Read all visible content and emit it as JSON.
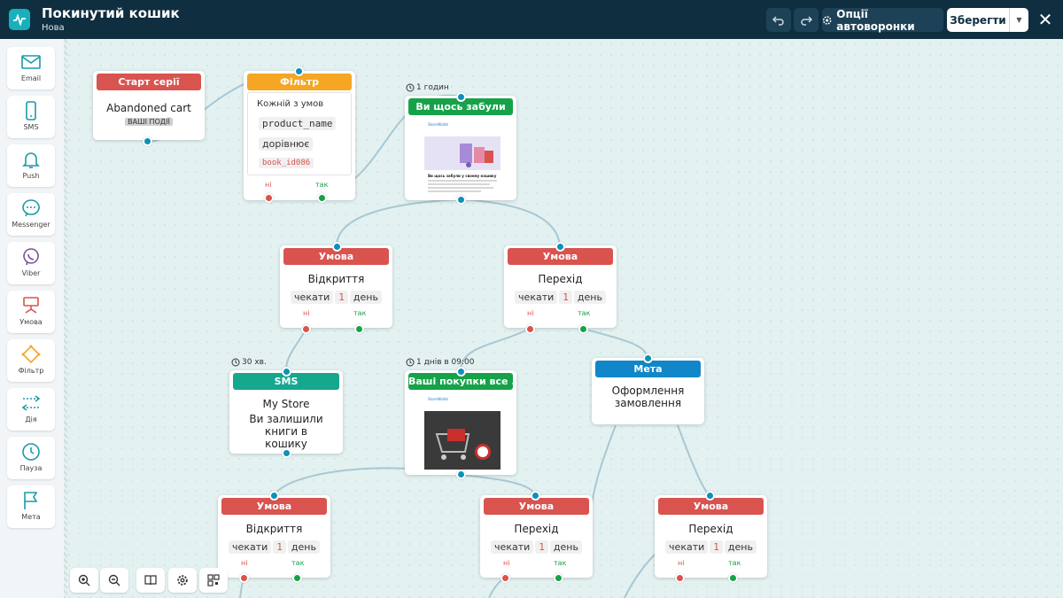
{
  "header": {
    "title": "Покинутий кошик",
    "status": "Нова",
    "options_label": "Опції автоворонки",
    "save_label": "Зберегти"
  },
  "toolbox": [
    {
      "label": "Email",
      "icon": "email-icon"
    },
    {
      "label": "SMS",
      "icon": "sms-icon"
    },
    {
      "label": "Push",
      "icon": "bell-icon"
    },
    {
      "label": "Messenger",
      "icon": "messenger-icon"
    },
    {
      "label": "Viber",
      "icon": "viber-icon"
    },
    {
      "label": "Умова",
      "icon": "condition-icon"
    },
    {
      "label": "Фільтр",
      "icon": "filter-icon"
    },
    {
      "label": "Дія",
      "icon": "action-icon"
    },
    {
      "label": "Пауза",
      "icon": "clock-icon"
    },
    {
      "label": "Мета",
      "icon": "flag-icon"
    }
  ],
  "nodes": {
    "start": {
      "header": "Старт серії",
      "name": "Abandoned cart",
      "badge": "ВАШІ ПОДІЇ"
    },
    "filter": {
      "header": "Фільтр",
      "mode": "Кожній з умов",
      "field": "product_name",
      "operator": "дорівнює",
      "value": "book_id086",
      "no": "ні",
      "yes": "так"
    },
    "email1": {
      "header": "Ви щось забули",
      "timer": "1 годин",
      "brand": "StoreWallet",
      "preview_title": "Ви щось забули у своєму кошику"
    },
    "cond1": {
      "header": "Умова",
      "text": "Відкриття",
      "wait": "чекати",
      "num": "1",
      "unit": "день",
      "no": "ні",
      "yes": "так"
    },
    "cond2": {
      "header": "Умова",
      "text": "Перехід",
      "wait": "чекати",
      "num": "1",
      "unit": "день",
      "no": "ні",
      "yes": "так"
    },
    "sms": {
      "header": "SMS",
      "timer": "30 хв.",
      "sender": "My Store",
      "message": "Ви залишили книги в кошику"
    },
    "email2": {
      "header": "Ваші покупки все ...",
      "timer": "1 днів в 09:00",
      "brand": "StoreWallet"
    },
    "goal": {
      "header": "Мета",
      "text": "Оформлення замовлення"
    },
    "cond3": {
      "header": "Умова",
      "text": "Відкриття",
      "wait": "чекати",
      "num": "1",
      "unit": "день",
      "no": "ні",
      "yes": "так"
    },
    "cond4": {
      "header": "Умова",
      "text": "Перехід",
      "wait": "чекати",
      "num": "1",
      "unit": "день",
      "no": "ні",
      "yes": "так"
    },
    "cond5": {
      "header": "Умова",
      "text": "Перехід",
      "wait": "чекати",
      "num": "1",
      "unit": "день",
      "no": "ні",
      "yes": "так"
    }
  },
  "colors": {
    "topbar": "#0f2e40",
    "canvas": "#e3f1f1",
    "condition": "#d9534f",
    "filter": "#f5a623",
    "email": "#17a24a",
    "sms": "#16a78f",
    "goal": "#1187c9",
    "connector": "#0e90b8"
  }
}
